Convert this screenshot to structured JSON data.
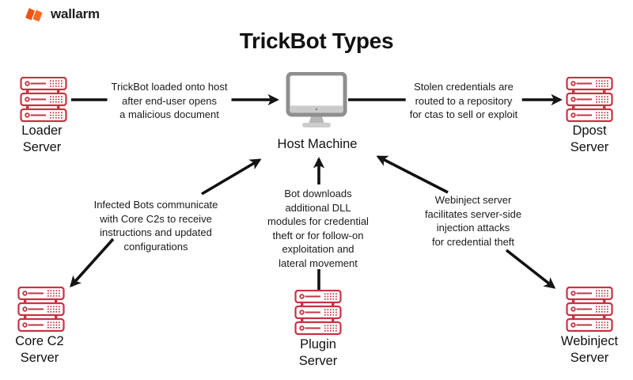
{
  "brand": {
    "name": "wallarm",
    "logo_icon": "wallarm-flame-icon"
  },
  "title": "TrickBot Types",
  "colors": {
    "server_icon": "#c53442",
    "arrow": "#111111",
    "brand_orange": "#f85c1f",
    "monitor_gray": "#8f8f8f"
  },
  "nodes": {
    "loader": {
      "icon": "server-icon",
      "lines": [
        "Loader",
        "Server"
      ]
    },
    "host": {
      "icon": "monitor-icon",
      "lines": [
        "Host Machine"
      ]
    },
    "dpost": {
      "icon": "server-icon",
      "lines": [
        "Dpost",
        "Server"
      ]
    },
    "core_c2": {
      "icon": "server-icon",
      "lines": [
        "Core C2",
        "Server"
      ]
    },
    "plugin": {
      "icon": "server-icon",
      "lines": [
        "Plugin",
        "Server"
      ]
    },
    "webinject": {
      "icon": "server-icon",
      "lines": [
        "Webinject",
        "Server"
      ]
    }
  },
  "edges": {
    "loader_to_host": {
      "lines": [
        "TrickBot loaded onto host",
        "after end-user opens",
        "a malicious document"
      ]
    },
    "host_to_dpost": {
      "lines": [
        "Stolen credentials are",
        "routed to a repository",
        "for ctas to sell or exploit"
      ]
    },
    "host_core_c2": {
      "lines": [
        "Infected Bots communicate",
        "with Core C2s to receive",
        "instructions and updated",
        "configurations"
      ]
    },
    "plugin_to_host": {
      "lines": [
        "Bot downloads",
        "additional DLL",
        "modules for credential",
        "theft or for follow-on",
        "exploitation and",
        "lateral movement"
      ]
    },
    "webinject_host": {
      "lines": [
        "Webinject server",
        "facilitates server-side",
        "injection attacks",
        "for credential theft"
      ]
    }
  }
}
